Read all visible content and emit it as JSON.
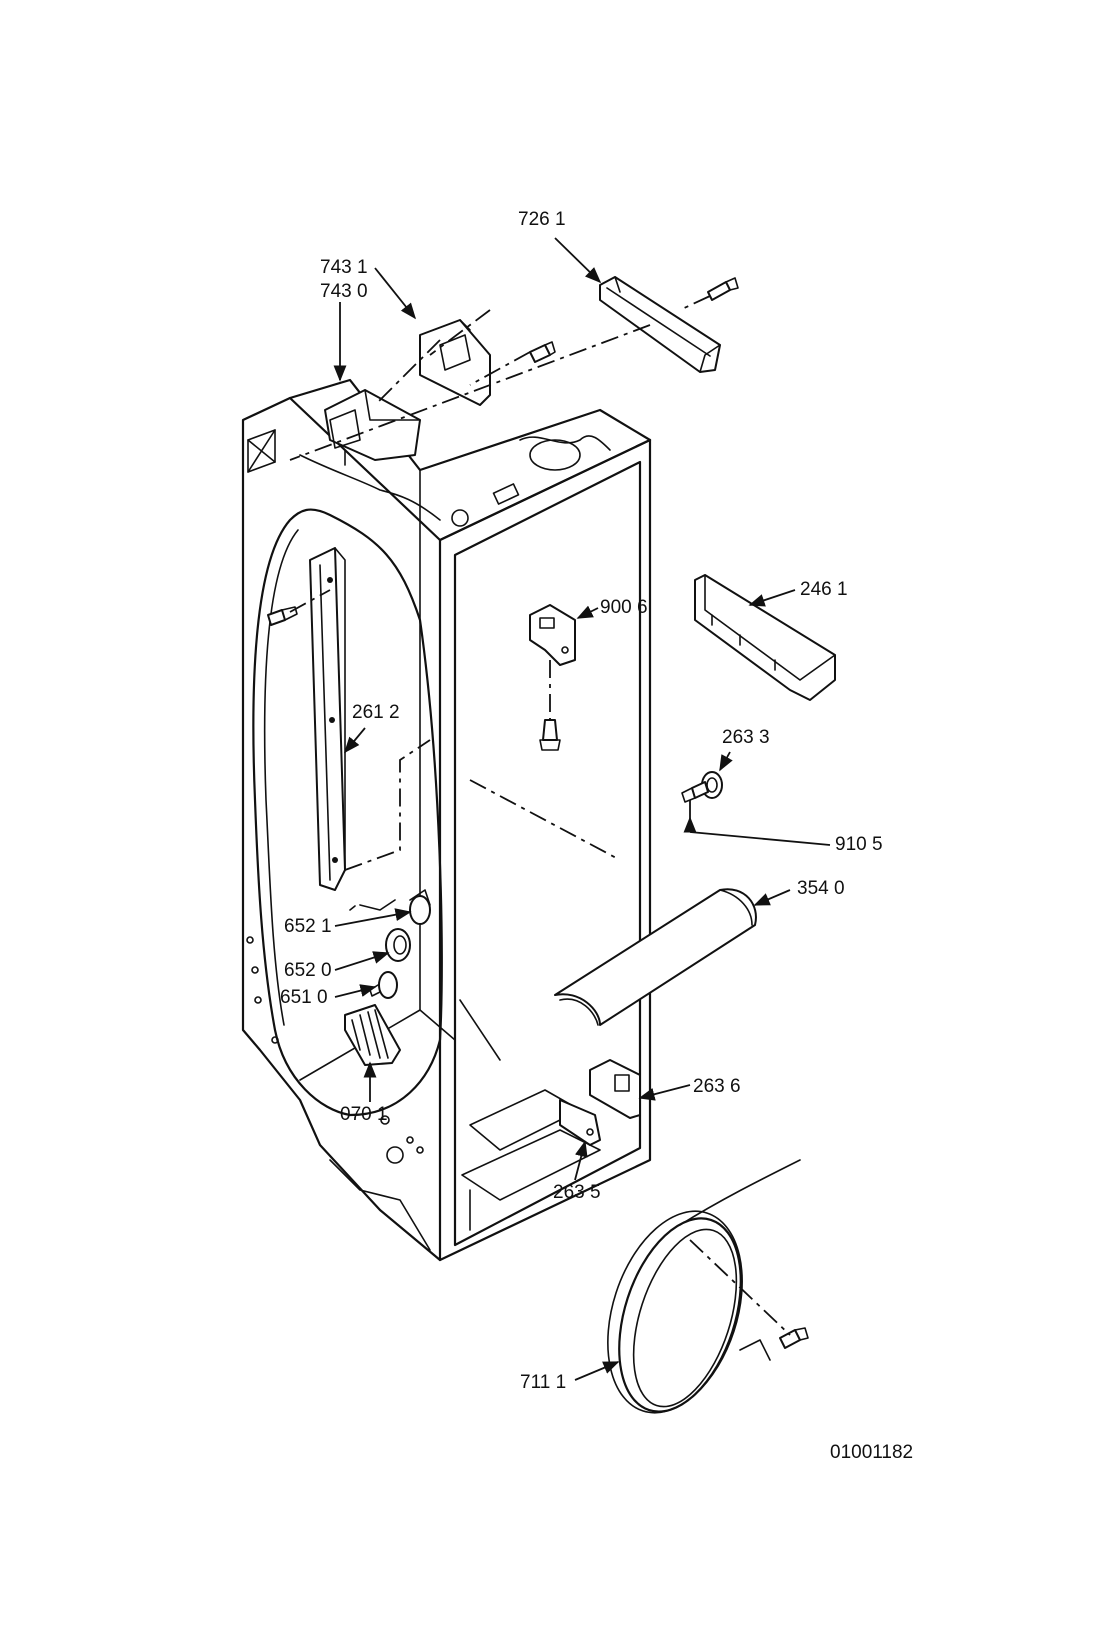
{
  "callouts": {
    "c7261": "726 1",
    "c7431": "743 1",
    "c7430": "743 0",
    "c2461": "246 1",
    "c9006": "900 6",
    "c2612": "261 2",
    "c2633": "263 3",
    "c9105": "910 5",
    "c3540": "354 0",
    "c6521": "652 1",
    "c6520": "652 0",
    "c6510": "651 0",
    "c0701": "070 1",
    "c2636": "263 6",
    "c2635": "263 5",
    "c7111": "711 1"
  },
  "reference_number": "01001182"
}
